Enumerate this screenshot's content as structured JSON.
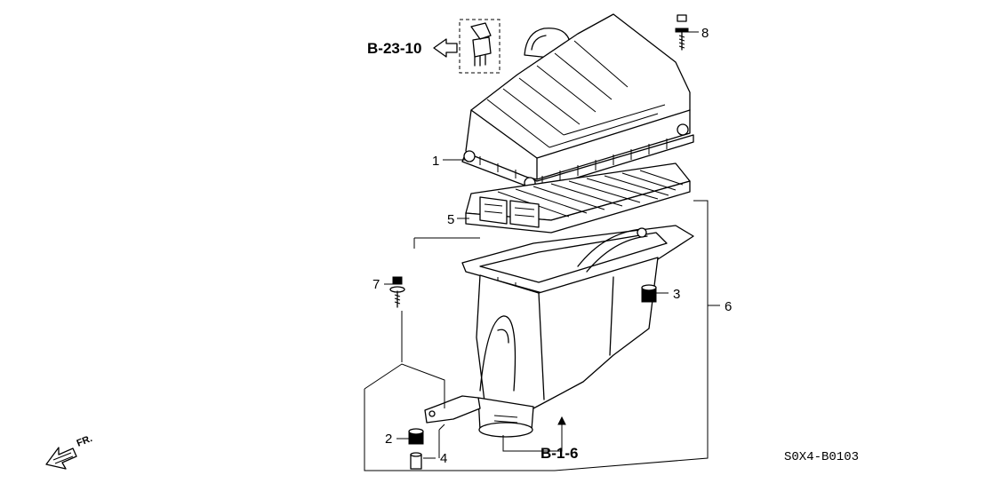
{
  "diagram": {
    "callouts": {
      "p1": "1",
      "p2": "2",
      "p3": "3",
      "p4": "4",
      "p5": "5",
      "p6": "6",
      "p7": "7",
      "p8": "8"
    },
    "references": {
      "upper": "B-23-10",
      "lower": "B-1-6"
    },
    "front_marker": "FR.",
    "diagram_code": "S0X4-B0103"
  }
}
